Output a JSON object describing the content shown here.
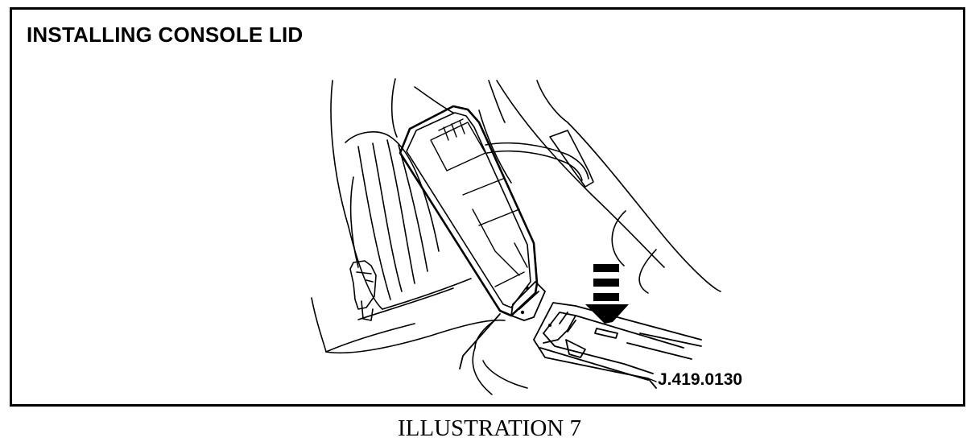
{
  "figure": {
    "title": "INSTALLING CONSOLE LID",
    "reference_code": "J.419.0130",
    "caption": "ILLUSTRATION 7"
  },
  "colors": {
    "ink": "#000000",
    "paper": "#ffffff"
  }
}
